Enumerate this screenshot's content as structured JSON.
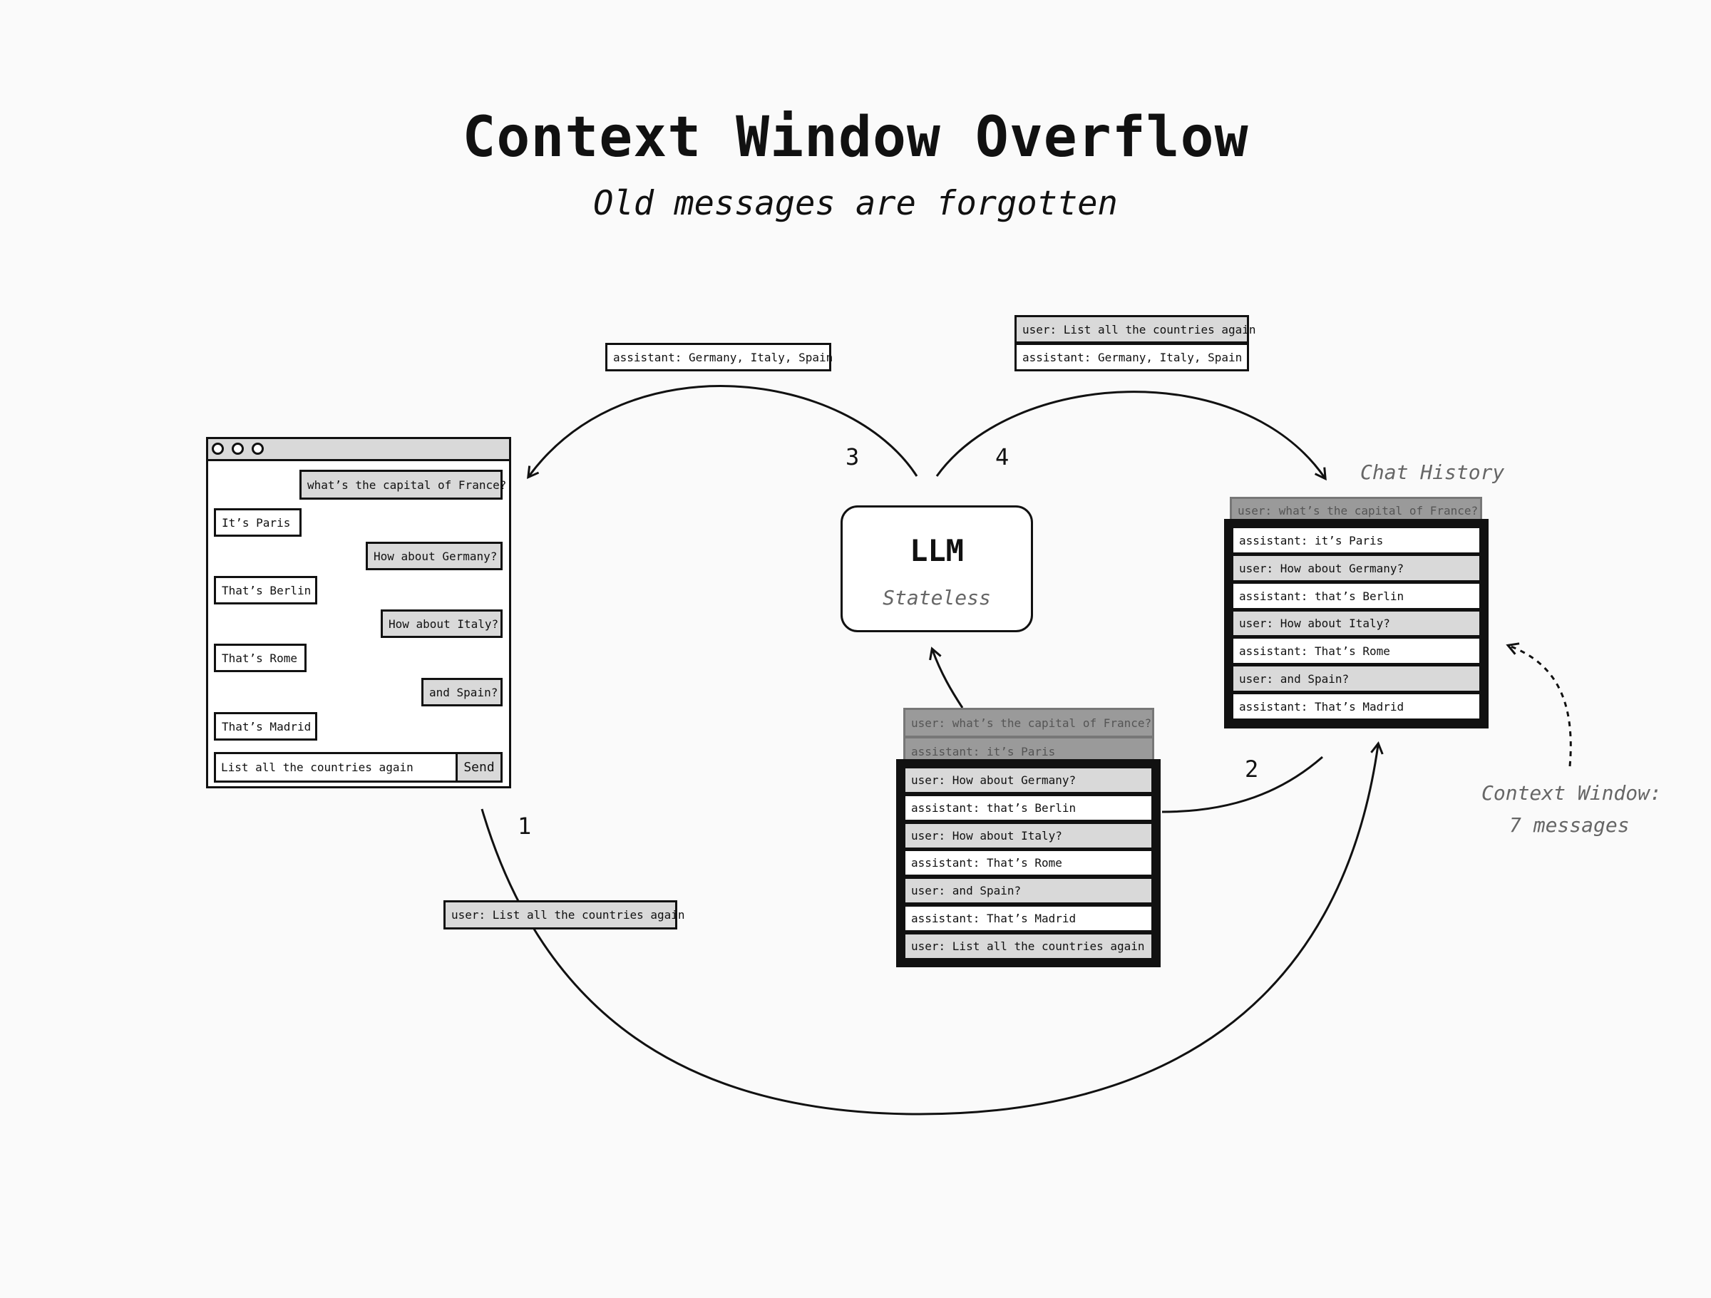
{
  "title": "Context Window Overflow",
  "subtitle": "Old messages are forgotten",
  "chat_window": {
    "messages": [
      {
        "role": "user",
        "text": "what’s the capital of France?"
      },
      {
        "role": "assistant",
        "text": "It’s Paris"
      },
      {
        "role": "user",
        "text": "How about Germany?"
      },
      {
        "role": "assistant",
        "text": "That’s Berlin"
      },
      {
        "role": "user",
        "text": "How about Italy?"
      },
      {
        "role": "assistant",
        "text": "That’s Rome"
      },
      {
        "role": "user",
        "text": "and Spain?"
      },
      {
        "role": "assistant",
        "text": "That’s Madrid"
      }
    ],
    "input_value": "List all the countries again",
    "send_label": "Send"
  },
  "llm": {
    "label": "LLM",
    "sub": "Stateless"
  },
  "steps": {
    "s1": "1",
    "s2": "2",
    "s3": "3",
    "s4": "4"
  },
  "flow_labels": {
    "step1_message": "user: List all the countries again",
    "step3_message": "assistant: Germany, Italy, Spain",
    "step4_messages": [
      "user: List all the countries again",
      "assistant: Germany, Italy, Spain"
    ]
  },
  "request_stack": {
    "dropped": [
      "user: what’s the capital of France?",
      "assistant: it’s Paris"
    ],
    "kept": [
      "user: How about Germany?",
      "assistant: that’s Berlin",
      "user: How about Italy?",
      "assistant: That’s Rome",
      "user: and Spain?",
      "assistant: That’s Madrid",
      "user: List all the countries again"
    ]
  },
  "chat_history": {
    "label": "Chat History",
    "dropped": [
      "user: what’s the capital of France?"
    ],
    "kept": [
      "assistant: it’s Paris",
      "user: How about Germany?",
      "assistant: that’s Berlin",
      "user: How about Italy?",
      "assistant: That’s Rome",
      "user: and Spain?",
      "assistant: That’s Madrid"
    ]
  },
  "context_window_caption": [
    "Context Window:",
    "7 messages"
  ]
}
